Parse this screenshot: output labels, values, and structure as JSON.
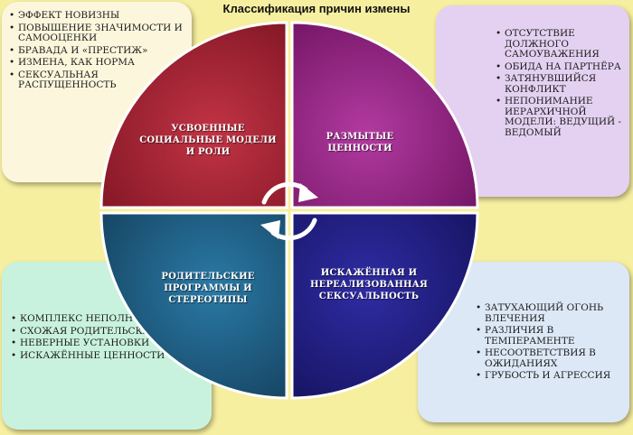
{
  "title": "Классификация причин измены",
  "colors": {
    "background": "#f7efa0",
    "segment_top_left": "#9c1f2e",
    "segment_top_right": "#8e1d7b",
    "segment_bottom_left": "#1b5679",
    "segment_bottom_right": "#1d1a7a"
  },
  "wheel": {
    "top_left": "УСВОЕННЫЕ СОЦИАЛЬНЫЕ МОДЕЛИ И РОЛИ",
    "top_right": "РАЗМЫТЫЕ ЦЕННОСТИ",
    "bottom_left": "РОДИТЕЛЬСКИЕ ПРОГРАММЫ И СТЕРЕОТИПЫ",
    "bottom_right": "ИСКАЖЁННАЯ И НЕРЕАЛИЗОВАННАЯ СЕКСУАЛЬНОСТЬ"
  },
  "boxes": {
    "top_left": [
      "ЭФФЕКТ НОВИЗНЫ",
      "ПОВЫШЕНИЕ ЗНАЧИМОСТИ И САМООЦЕНКИ",
      "БРАВАДА И «ПРЕСТИЖ»",
      "ИЗМЕНА, КАК НОРМА",
      "СЕКСУАЛЬНАЯ РАСПУЩЕННОСТЬ"
    ],
    "top_right": [
      "ОТСУТСТВИЕ ДОЛЖНОГО САМОУВАЖЕНИЯ",
      "ОБИДА НА ПАРТНЁРА",
      "ЗАТЯНУВШИЙСЯ КОНФЛИКТ",
      "НЕПОНИМАНИЕ ИЕРАРХИЧНОЙ МОДЕЛИ: ВЕДУЩИЙ - ВЕДОМЫЙ"
    ],
    "bottom_left": [
      "КОМПЛЕКС НЕПОЛНОЦЕННОСТИ",
      "СХОЖАЯ РОДИТЕЛЬСКАЯ МОДЕЛЬ",
      "НЕВЕРНЫЕ УСТАНОВКИ",
      "ИСКАЖЁННЫЕ ЦЕННОСТИ"
    ],
    "bottom_right": [
      "ЗАТУХАЮЩИЙ ОГОНЬ ВЛЕЧЕНИЯ",
      "РАЗЛИЧИЯ В ТЕМПЕРАМЕНТЕ",
      "НЕСООТВЕТСТВИЯ В ОЖИДАНИЯХ",
      "ГРУБОСТЬ И АГРЕССИЯ"
    ]
  }
}
